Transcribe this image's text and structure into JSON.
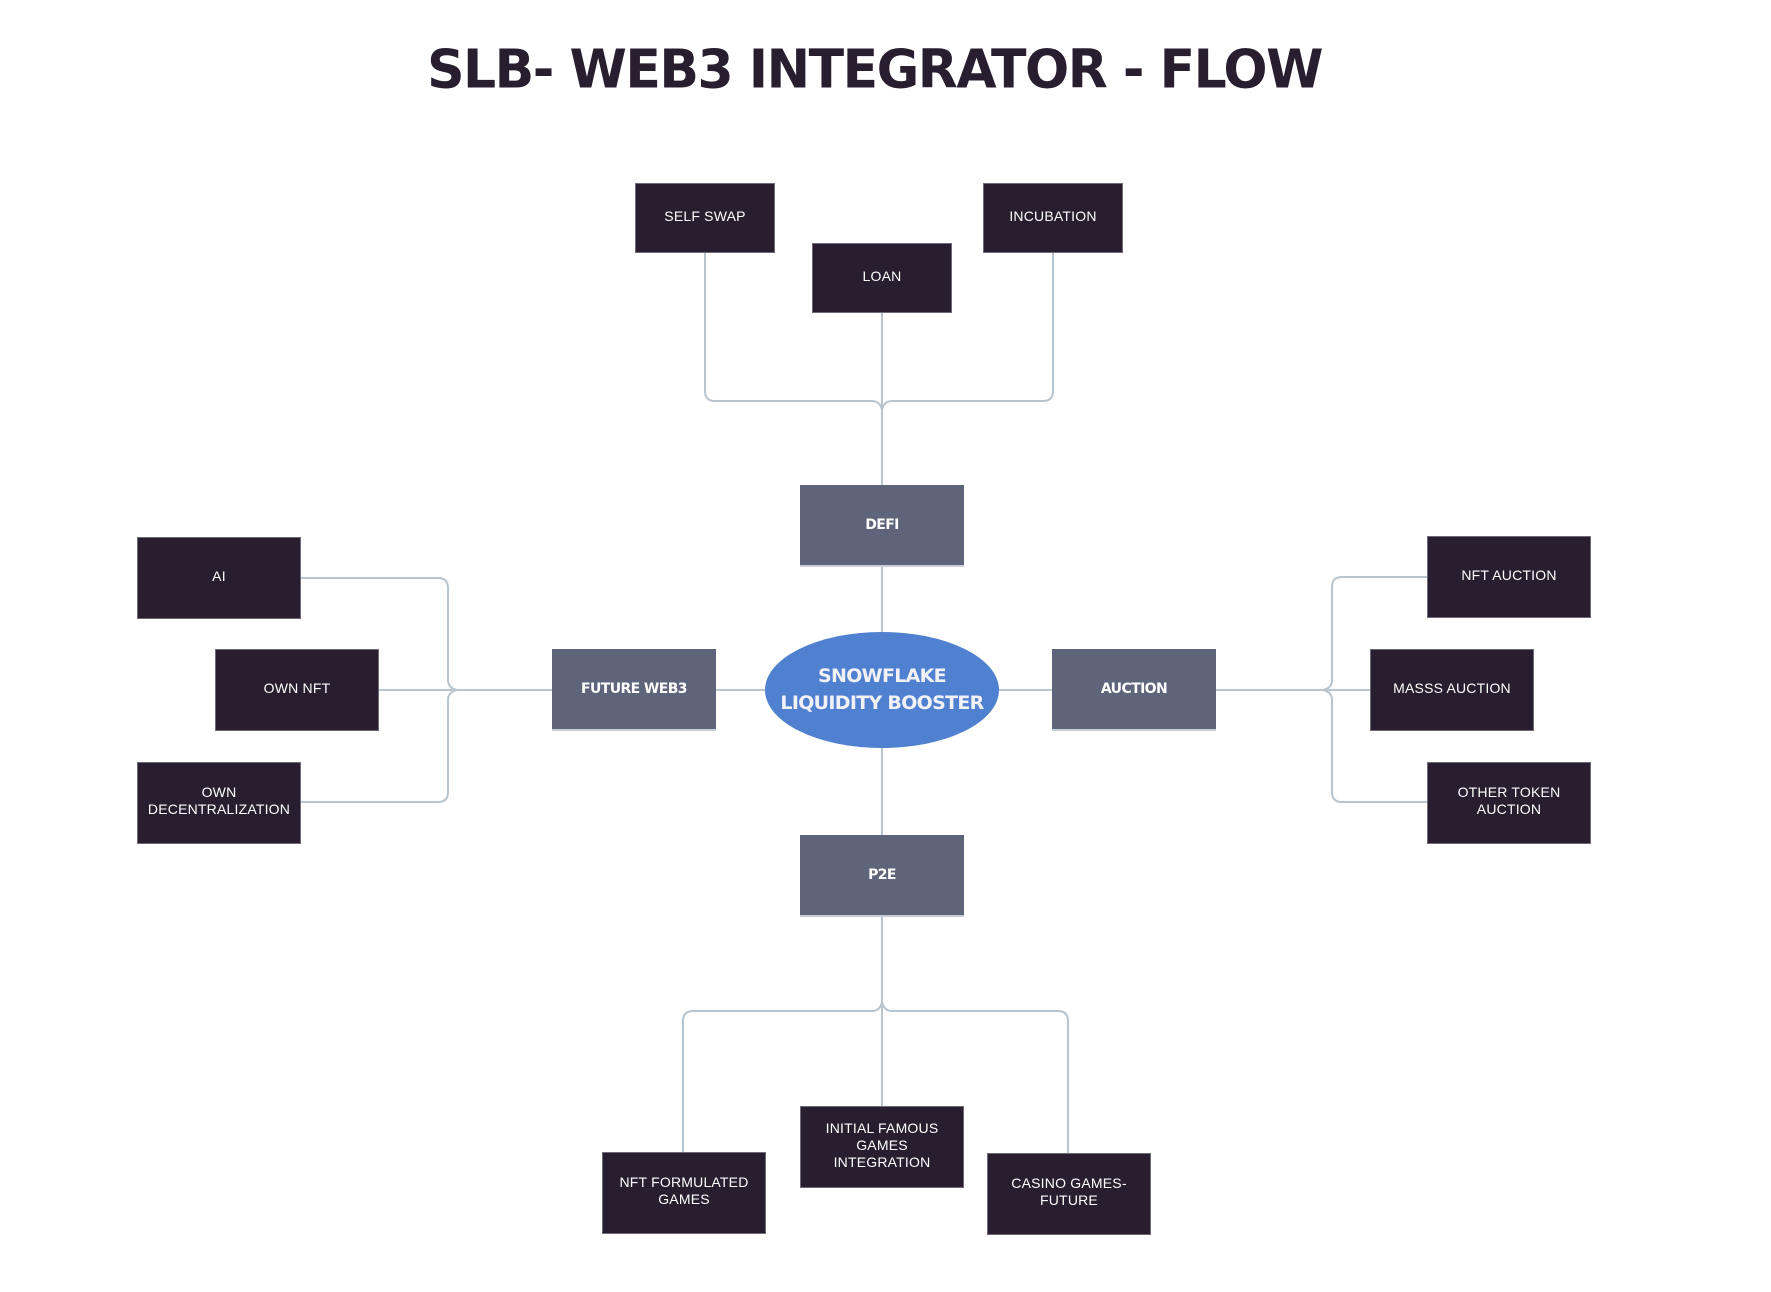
{
  "title": "SLB- WEB3 INTEGRATOR - FLOW",
  "colors": {
    "leaf_box": "#281e30",
    "category_box": "#5e6479",
    "hub": "#5080d0",
    "connector": "#b9c5ce",
    "title": "#281e30"
  },
  "hub": {
    "line1": "SNOWFLAKE",
    "line2": "LIQUIDITY BOOSTER"
  },
  "categories": {
    "defi": "DEFI",
    "future_web3": "FUTURE WEB3",
    "auction": "AUCTION",
    "p2e": "P2E"
  },
  "defi_children": [
    "SELF SWAP",
    "LOAN",
    "INCUBATION"
  ],
  "future_web3_children": [
    "AI",
    "OWN NFT",
    "OWN DECENTRALIZATION"
  ],
  "auction_children": [
    "NFT AUCTION",
    "MASSS AUCTION",
    "OTHER TOKEN AUCTION"
  ],
  "p2e_children": [
    "NFT FORMULATED GAMES",
    "INITIAL FAMOUS GAMES INTEGRATION",
    "CASINO GAMES- FUTURE"
  ]
}
